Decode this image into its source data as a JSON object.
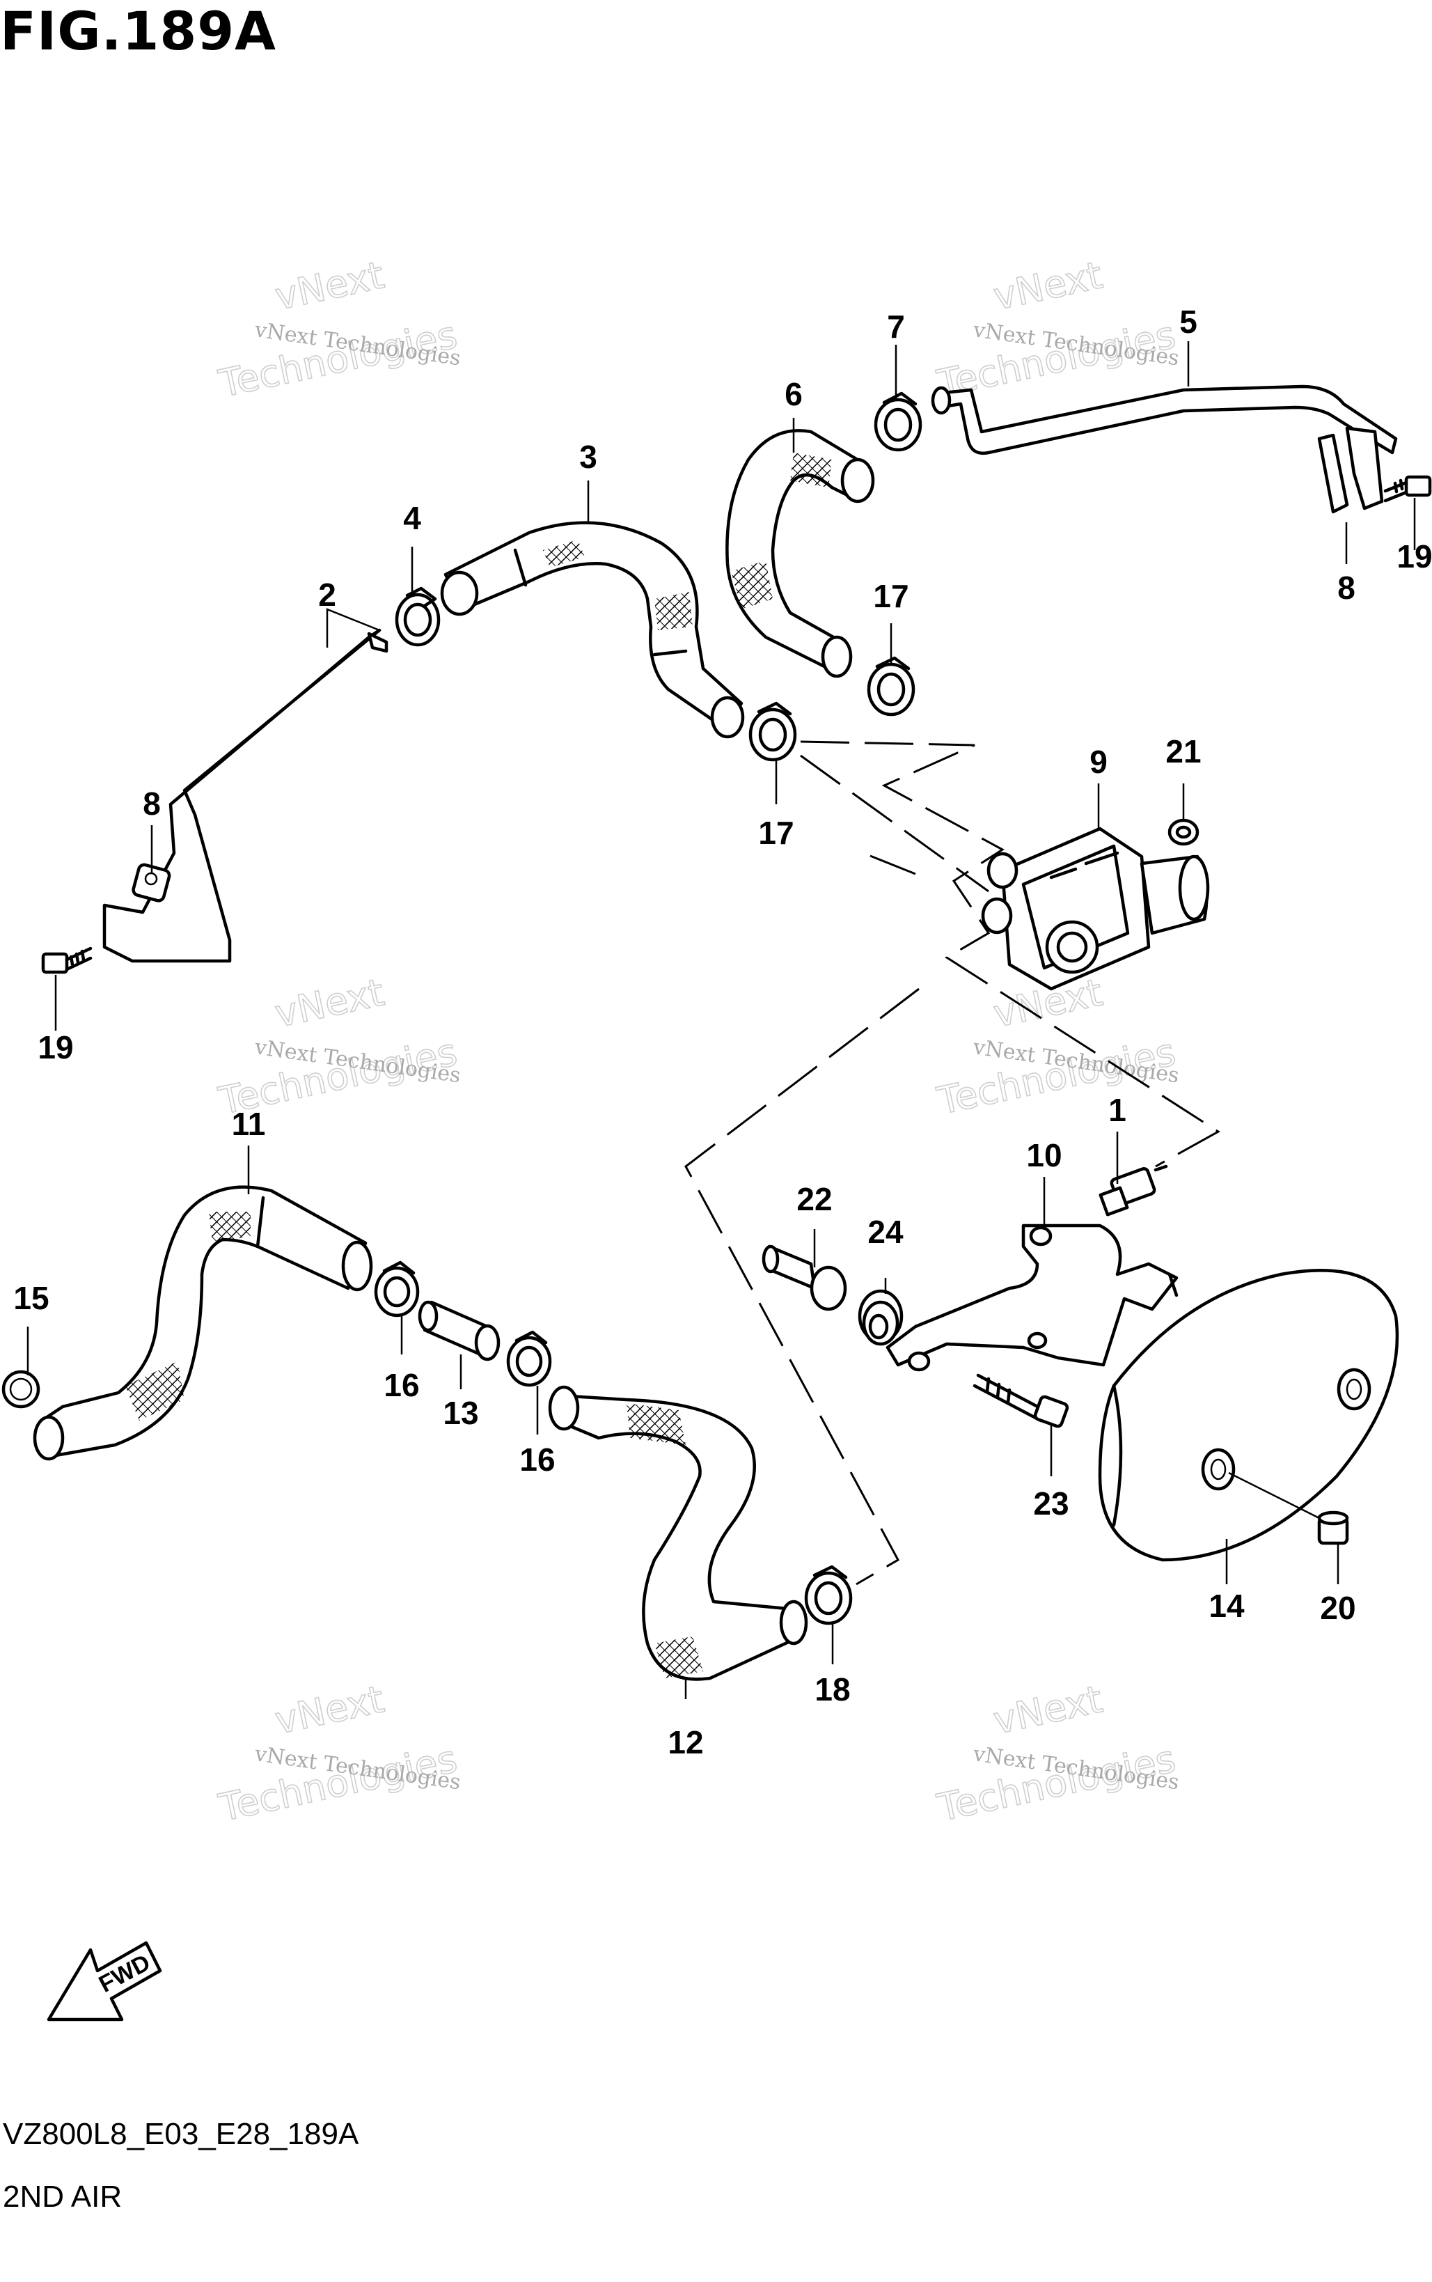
{
  "header": {
    "figure_title": "FIG.189A"
  },
  "footer": {
    "diagram_code": "VZ800L8_E03_E28_189A",
    "section_name": "2ND AIR"
  },
  "fwd_arrow": {
    "label": "FWD",
    "icon": "fwd-arrow-icon"
  },
  "watermark": {
    "line1": "vNext Technologies",
    "line2": "vNext",
    "line3": "Technologies"
  },
  "callouts": [
    {
      "number": "1"
    },
    {
      "number": "2"
    },
    {
      "number": "3"
    },
    {
      "number": "4"
    },
    {
      "number": "5"
    },
    {
      "number": "6"
    },
    {
      "number": "7"
    },
    {
      "number": "8"
    },
    {
      "number": "8"
    },
    {
      "number": "9"
    },
    {
      "number": "10"
    },
    {
      "number": "11"
    },
    {
      "number": "12"
    },
    {
      "number": "13"
    },
    {
      "number": "14"
    },
    {
      "number": "15"
    },
    {
      "number": "16"
    },
    {
      "number": "16"
    },
    {
      "number": "17"
    },
    {
      "number": "17"
    },
    {
      "number": "18"
    },
    {
      "number": "19"
    },
    {
      "number": "19"
    },
    {
      "number": "20"
    },
    {
      "number": "21"
    },
    {
      "number": "22"
    },
    {
      "number": "23"
    },
    {
      "number": "24"
    }
  ]
}
